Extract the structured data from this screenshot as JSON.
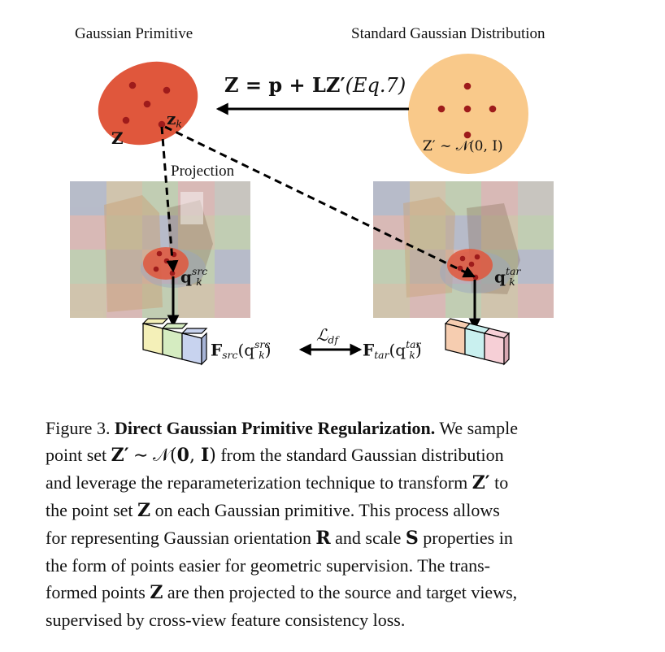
{
  "figure": {
    "left_title": "Gaussian Primitive",
    "right_title": "Standard Gaussian Distribution",
    "eq_main": "Z = p + LZ′",
    "eq_ref": "(Eq.7)",
    "label_Z": "Z",
    "label_zk": "z",
    "label_zk_sub": "k",
    "label_zprime": "Z′ ∼ 𝒩(0, I)",
    "projection": "Projection",
    "q_src": "q",
    "q_src_sub": "k",
    "q_src_sup": "src",
    "q_tar": "q",
    "q_tar_sub": "k",
    "q_tar_sup": "tar",
    "f_src": "F",
    "f_src_sub": "src",
    "f_src_arg": "(q",
    "f_src_arg_sub": "k",
    "f_src_arg_sup": "src",
    "f_src_close": ")",
    "loss": "ℒ",
    "loss_sub": "df",
    "f_tar": "F",
    "f_tar_sub": "tar",
    "f_tar_arg": "(q",
    "f_tar_arg_sub": "k",
    "f_tar_arg_sup": "tar",
    "f_tar_close": ")",
    "colors": {
      "gaussian_primitive": "#e0573c",
      "standard_gaussian": "#f9c98a",
      "dot": "#9e1b1b",
      "arrow": "#000000"
    }
  },
  "caption": {
    "lines": [
      "Figure 3. <b>Direct Gaussian Primitive Regularization.</b> We sample",
      "point set <b class=\"math\">Z′</b> ∼ <span class=\"math\">𝒩(<b>0</b>, <b>I</b>)</span> from the standard Gaussian distribution",
      "and leverage the reparameterization technique to transform <b class=\"math\">Z′</b> to",
      "the point set <b class=\"math\">Z</b> on each Gaussian primitive.  This process allows",
      "for representing Gaussian orientation <b class=\"math\">R</b> and scale <b class=\"math\">S</b> properties in",
      "the form of points easier for geometric supervision.  The trans-",
      "formed points <b class=\"math\">Z</b> are then projected to the source and target views,",
      "supervised by cross-view feature consistency loss."
    ]
  }
}
